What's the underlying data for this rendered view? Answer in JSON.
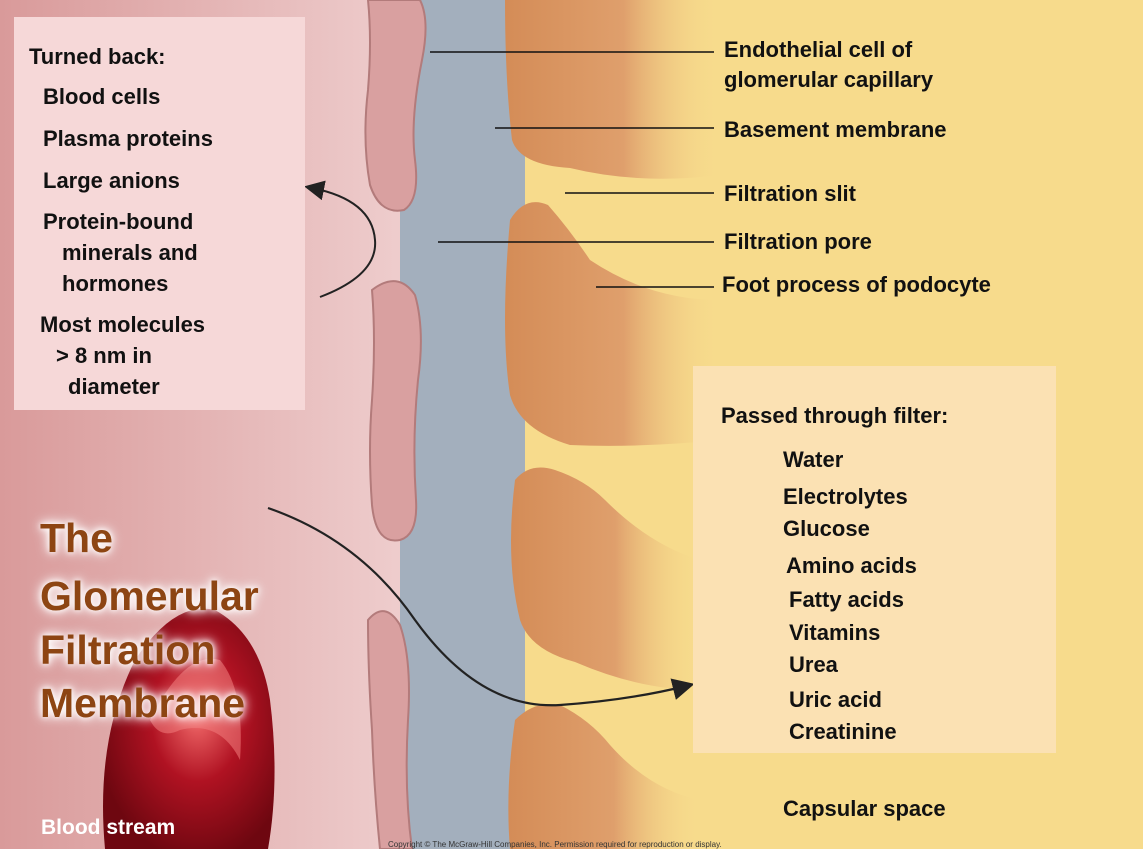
{
  "turned_back": {
    "heading": "Turned back:",
    "items": [
      "Blood cells",
      "Plasma proteins",
      "Large anions",
      "Protein-bound",
      "minerals and",
      "hormones",
      "Most molecules",
      "> 8 nm in",
      "diameter"
    ]
  },
  "labels": {
    "endothelial_1": "Endothelial cell of",
    "endothelial_2": "glomerular capillary",
    "basement": "Basement membrane",
    "slit": "Filtration slit",
    "pore": "Filtration pore",
    "foot": "Foot process of podocyte",
    "capsular": "Capsular space",
    "blood_stream": "Blood stream"
  },
  "passed": {
    "heading": "Passed through filter:",
    "items": [
      "Water",
      "Electrolytes",
      "Glucose",
      "Amino acids",
      "Fatty acids",
      "Vitamins",
      "Urea",
      "Uric acid",
      "Creatinine"
    ]
  },
  "title": {
    "line1": "The",
    "line2": "Glomerular",
    "line3": "Filtration",
    "line4": "Membrane"
  },
  "copyright": "Copyright © The McGraw-Hill Companies, Inc. Permission required for reproduction or display.",
  "colors": {
    "blood_side": "#e7bcbc",
    "membrane": "#a3afbd",
    "capsule": "#f7db8c",
    "podocyte": "#d89461",
    "endothelium": "#d9a0a0",
    "title_text": "#8d4513",
    "blood_cell": "#a8101e"
  }
}
